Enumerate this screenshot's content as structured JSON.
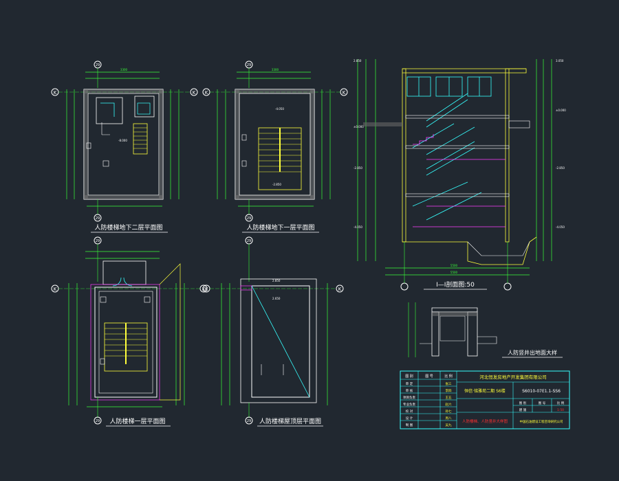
{
  "drawing": {
    "background": "#212830",
    "colors": {
      "wall": "#ffffff",
      "dim": "#38ff38",
      "yellow": "#ffff3a",
      "cyan": "#36ffff",
      "magenta": "#ff3cff",
      "red": "#ff3030",
      "gray": "#9a9a9a",
      "text": "#ffffff"
    },
    "axis_labels": {
      "k": "K",
      "c29": "29"
    },
    "plans": {
      "b2_title": "人防楼梯地下二层平面图",
      "b1_title": "人防楼梯地下一层平面图",
      "f1_title": "人防楼梯一层平面图",
      "roof_title": "人防楼梯屋顶层平面图"
    },
    "section_title": "Ⅰ—Ⅰ剖面图:50",
    "detail_title": "人防竖井出地面大样",
    "title_block": {
      "company": "河北恒发房地产开发集团有限公司",
      "project": "恒信·铭雅苑二期 S6楼",
      "drawing_no": "S6010-07E1.1-SS6",
      "drawing_name": "人防楼梯、人防竖井大样图",
      "design_institute": "中国石油建设工程咨询研究公司",
      "labels": [
        "审 定",
        "审 核",
        "项目负责",
        "专业负责",
        "校 对",
        "设 计",
        "制 图"
      ],
      "signers": [
        "张三",
        "李四",
        "王五",
        "赵六",
        "孙七",
        "周八",
        "吴九"
      ],
      "col_heads": [
        "图 别",
        "图 号",
        "比 例"
      ],
      "col_vals": [
        "建 施",
        "",
        "1:50"
      ]
    },
    "dims": {
      "d_b2_top": "3300",
      "d_b1_top": "3300",
      "d_sec_bot1": "5500",
      "d_sec_bot2": "5500",
      "el_a": "-2.850",
      "el_b": "-4.050",
      "el_c": "±0.000",
      "el_d": "2.850"
    }
  }
}
